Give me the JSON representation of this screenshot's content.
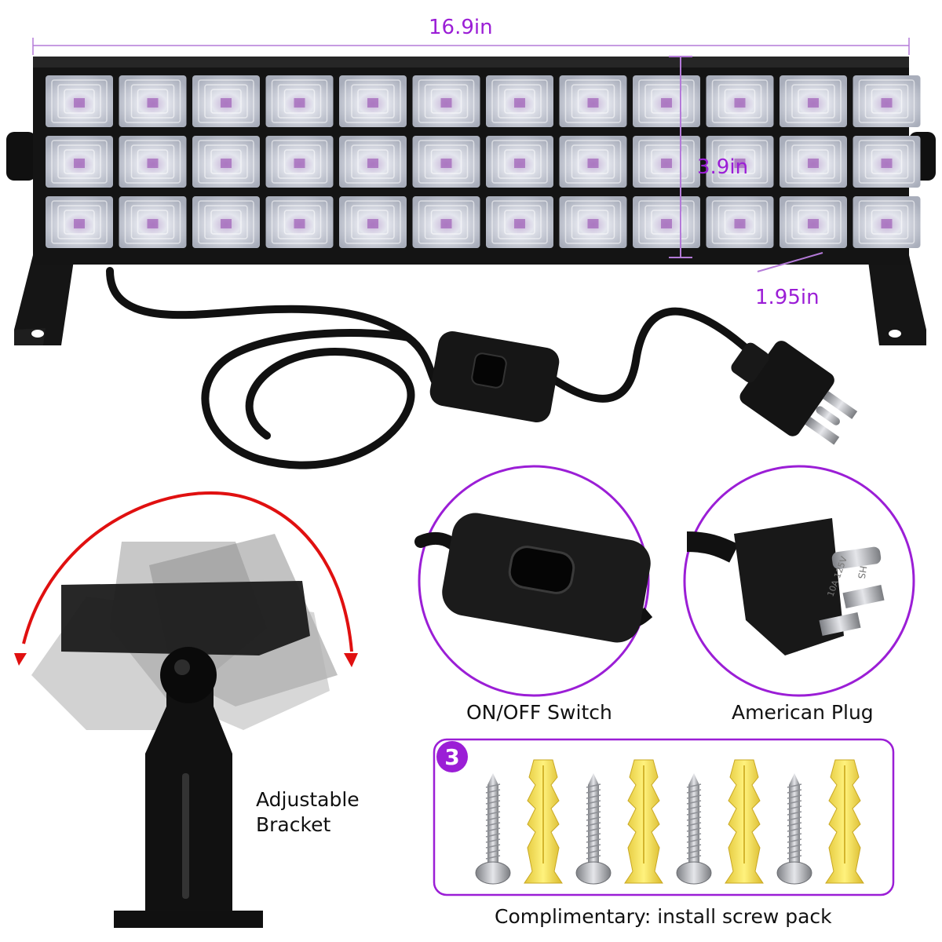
{
  "dimensions": {
    "width_label": "16.9in",
    "height_label": "3.9in",
    "depth_label": "1.95in"
  },
  "features": {
    "switch_label": "ON/OFF Switch",
    "plug_label": "American Plug",
    "bracket_label_line1": "Adjustable",
    "bracket_label_line2": "Bracket"
  },
  "screw_pack": {
    "badge": "3",
    "caption": "Complimentary: install screw pack"
  },
  "plug_marks": {
    "rating": "10A 125V",
    "brand": "HS"
  },
  "colors": {
    "accent": "#9b1ed6",
    "arrow": "#e01010",
    "led_glow": "#e8eef8",
    "body": "#111111",
    "anchor": "#f2d64a"
  }
}
